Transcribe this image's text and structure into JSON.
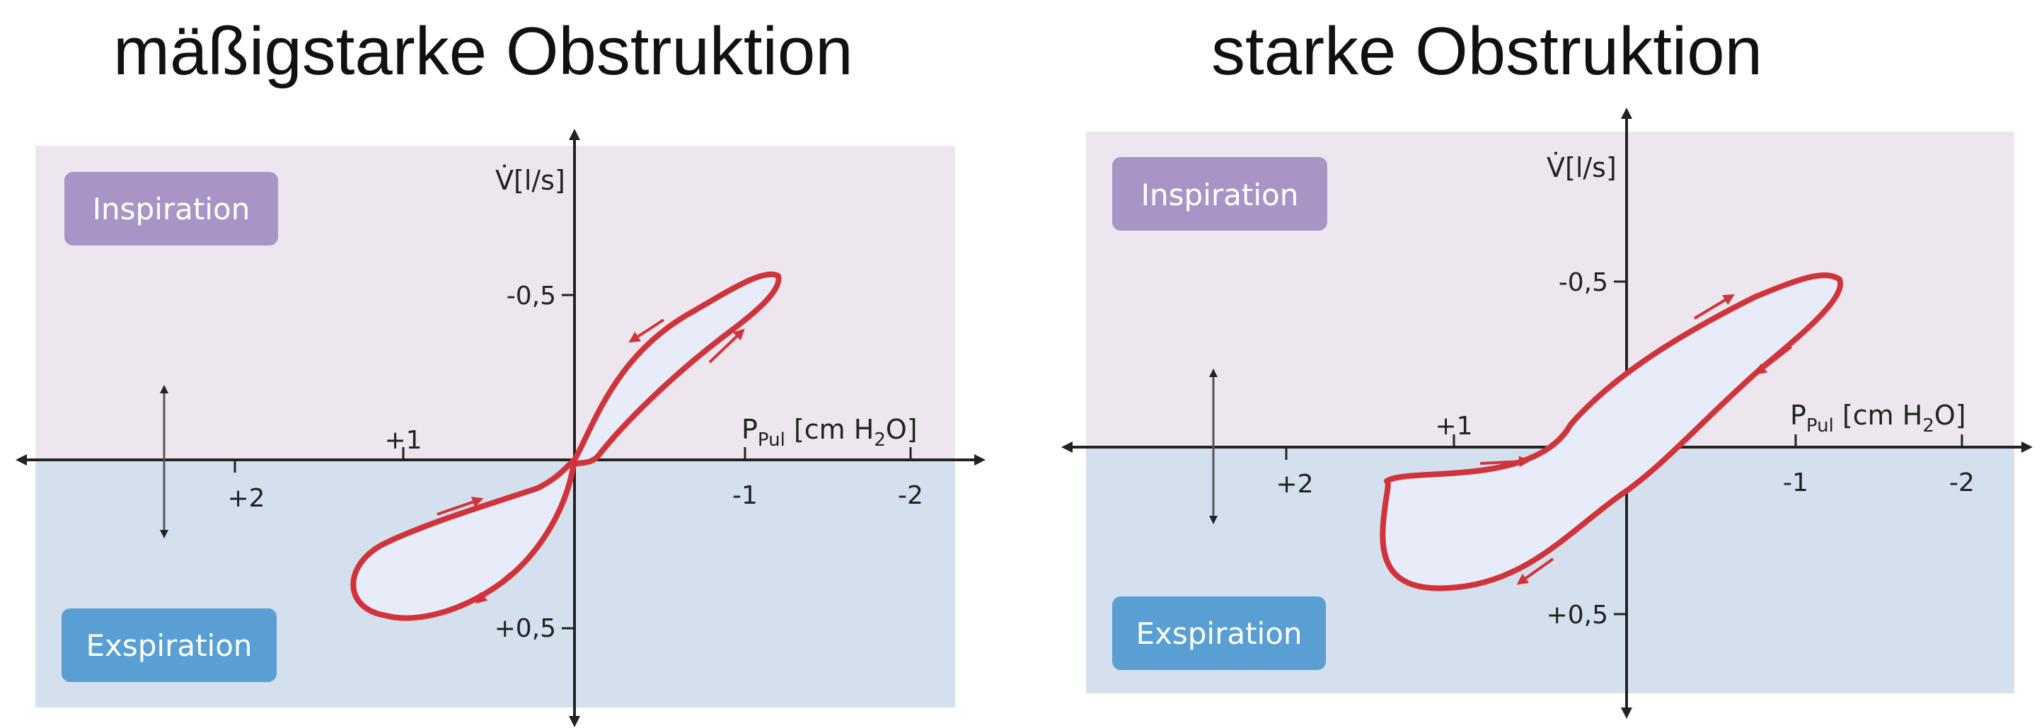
{
  "panels": [
    {
      "title": "mäßigstarke Obstruktion",
      "inspiration_label": "Inspiration",
      "expiration_label": "Exspiration",
      "y_axis_label": "V̇[l/s]",
      "x_axis_label_main": "P",
      "x_axis_label_sub": "Pul",
      "x_axis_label_unit": " [cm H",
      "x_axis_label_unit_sub": "2",
      "x_axis_label_unit_end": "O]",
      "x_ticks": [
        "+2",
        "+1",
        "-1",
        "-2"
      ],
      "y_ticks": [
        "-0,5",
        "+0,5"
      ]
    },
    {
      "title": "starke Obstruktion",
      "inspiration_label": "Inspiration",
      "expiration_label": "Exspiration",
      "y_axis_label": "V̇[l/s]",
      "x_axis_label_main": "P",
      "x_axis_label_sub": "Pul",
      "x_axis_label_unit": " [cm H",
      "x_axis_label_unit_sub": "2",
      "x_axis_label_unit_end": "O]",
      "x_ticks": [
        "+2",
        "+1",
        "-1",
        "-2"
      ],
      "y_ticks": [
        "-0,5",
        "+0,5"
      ]
    }
  ],
  "colors": {
    "inspiration_bg": "#ede6ee",
    "expiration_bg": "#d4e0ee",
    "inspiration_badge": "#a995c5",
    "expiration_badge": "#5a9fd4",
    "loop_stroke": "#d0343a",
    "loop_fill": "#e8ecf8",
    "axis": "#222222"
  }
}
